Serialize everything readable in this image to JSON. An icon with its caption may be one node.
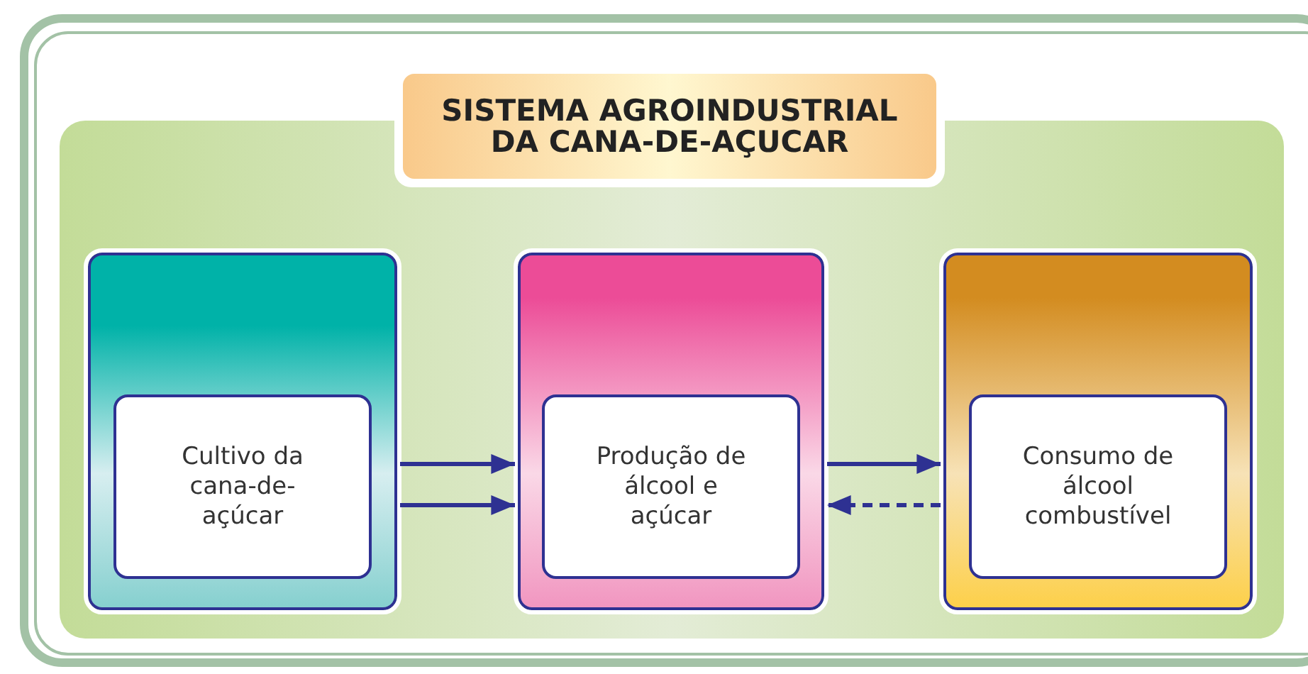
{
  "diagram": {
    "title": "SISTEMA AGROINDUSTRIAL DA CANA-DE-AÇUCAR",
    "nodes": [
      {
        "text": [],
        "shape": "box"
      },
      {
        "text": [
          "Cultivo da cana-de-açúcar"
        ],
        "in": 0
      },
      {
        "text": [],
        "shape": "box"
      },
      {
        "text": [
          "Produção de álcool e açúcar"
        ],
        "in": 2
      },
      {
        "text": [],
        "shape": "box"
      },
      {
        "text": [
          "Consumo de álcool combustível"
        ],
        "in": 4
      }
    ],
    "edges": [
      {
        "from": 0,
        "to": 2,
        "arrow": "to"
      },
      {
        "from": 0,
        "to": 2,
        "arrow": "to"
      },
      {
        "from": 2,
        "to": 4,
        "arrow": "to"
      },
      {
        "from": 4,
        "to": 2,
        "arrow": "to",
        "style": "dashed"
      }
    ]
  }
}
